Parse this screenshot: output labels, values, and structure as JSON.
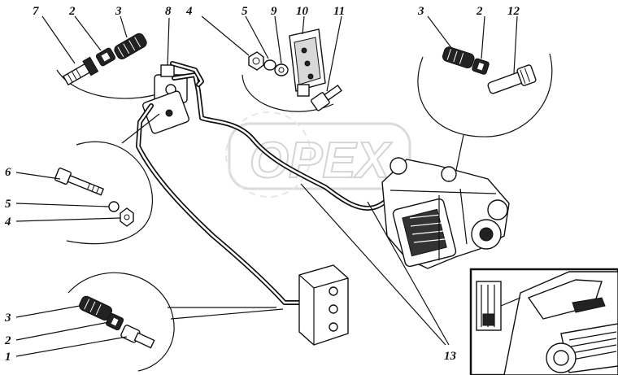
{
  "diagram": {
    "callouts": {
      "top_left": [
        "7",
        "2",
        "3",
        "8"
      ],
      "top_middle": [
        "4",
        "5",
        "9",
        "10",
        "11"
      ],
      "top_right": [
        "3",
        "2",
        "12"
      ],
      "left_middle": [
        "6",
        "5",
        "4"
      ],
      "bottom_left": [
        "3",
        "2",
        "1"
      ],
      "bottom_center": [
        "13"
      ]
    },
    "watermark": "OPEX"
  }
}
